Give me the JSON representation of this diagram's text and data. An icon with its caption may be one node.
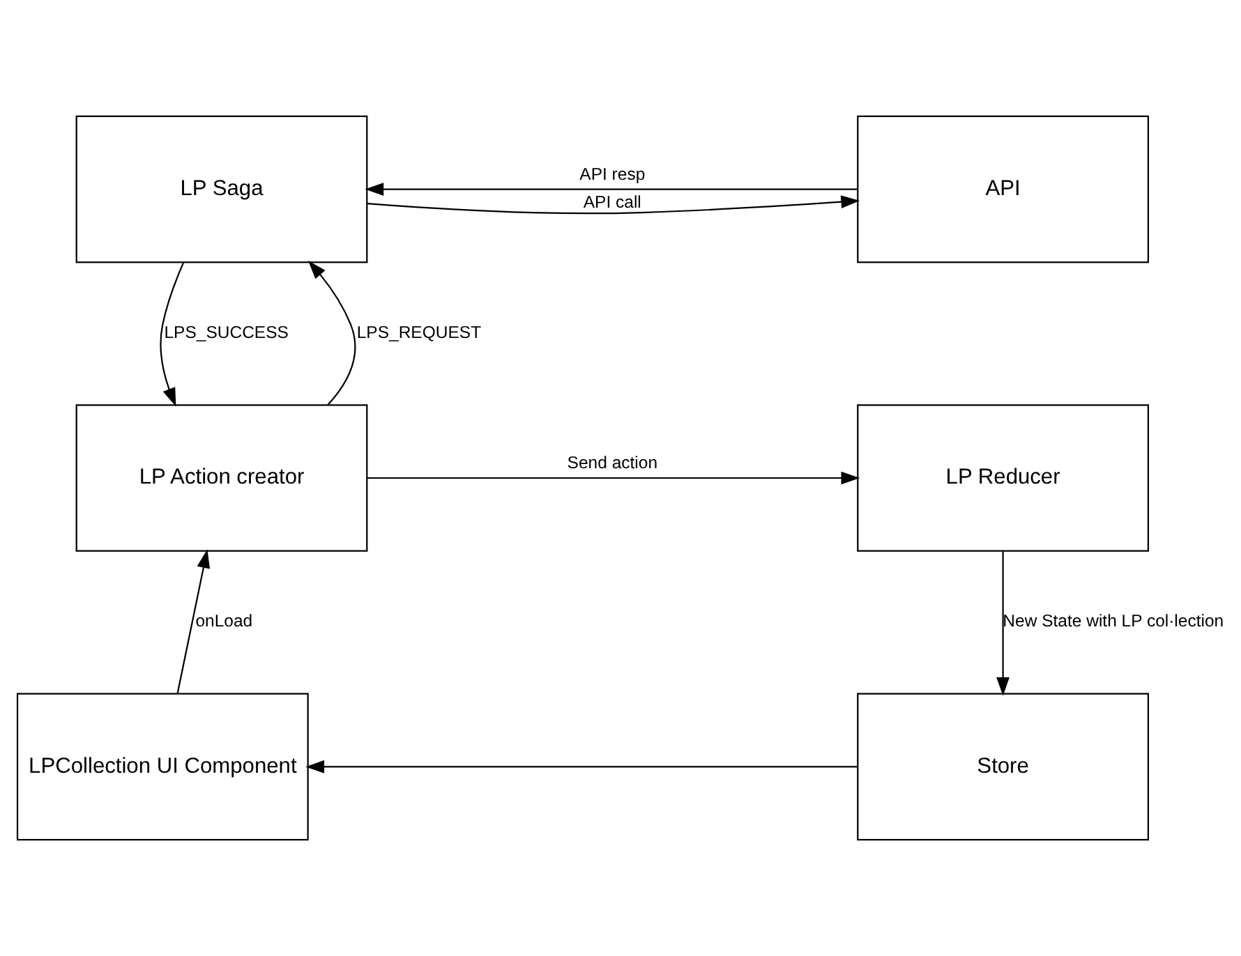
{
  "diagram": {
    "nodes": [
      {
        "text": [
          "LP Saga"
        ]
      },
      {
        "text": [
          "API"
        ]
      },
      {
        "text": [
          "LP Action creator"
        ]
      },
      {
        "text": [
          "LP Reducer"
        ]
      },
      {
        "text": [
          "LPCollection UI Component"
        ]
      },
      {
        "text": [
          "Store"
        ]
      }
    ],
    "edges": [
      {
        "from": 0,
        "to": 1,
        "arrow": "to",
        "label": "API call"
      },
      {
        "from": 1,
        "to": 0,
        "arrow": "to",
        "label": "API resp"
      },
      {
        "from": 2,
        "to": 0,
        "arrow": "to",
        "label": "LPS_REQUEST"
      },
      {
        "from": 0,
        "to": 2,
        "arrow": "to",
        "label": "LPS_SUCCESS"
      },
      {
        "from": 2,
        "to": 3,
        "arrow": "to",
        "label": "Send action"
      },
      {
        "from": 3,
        "to": 5,
        "arrow": "to",
        "label": "New State with LP col·lection"
      },
      {
        "from": 4,
        "to": 2,
        "arrow": "to",
        "label": "onLoad"
      },
      {
        "from": 5,
        "to": 4,
        "arrow": "to"
      }
    ]
  }
}
